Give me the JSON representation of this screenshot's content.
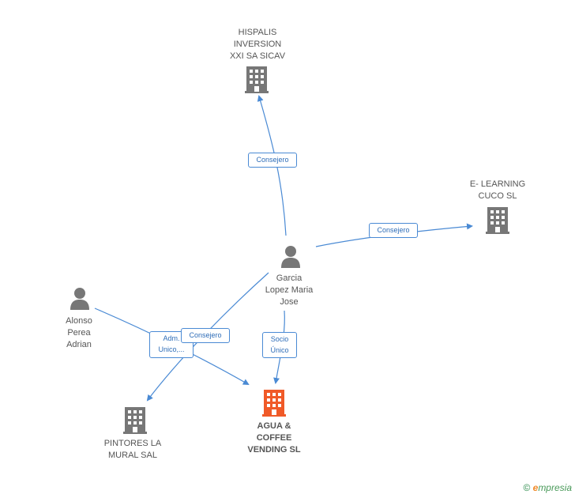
{
  "nodes": {
    "hispalis": {
      "label": "HISPALIS\nINVERSION\nXXI SA SICAV",
      "icon": "building-icon",
      "color": "#777777"
    },
    "elearning": {
      "label": "E- LEARNING\nCUCO SL",
      "icon": "building-icon",
      "color": "#777777"
    },
    "garcia": {
      "label": "Garcia\nLopez Maria\nJose",
      "icon": "person-icon",
      "color": "#777777"
    },
    "alonso": {
      "label": "Alonso\nPerea\nAdrian",
      "icon": "person-icon",
      "color": "#777777"
    },
    "pintores": {
      "label": "PINTORES LA\nMURAL SAL",
      "icon": "building-icon",
      "color": "#777777"
    },
    "agua": {
      "label": "AGUA &\nCOFFEE\nVENDING SL",
      "icon": "building-icon",
      "color": "#f05a28"
    }
  },
  "edges": {
    "garcia_hispalis": "Consejero",
    "garcia_elearning": "Consejero",
    "garcia_pintores": "Consejero",
    "alonso_agua": "Adm.\nUnico,...",
    "garcia_agua": "Socio\nÚnico"
  },
  "watermark": {
    "copyright": "©",
    "brand_e": "e",
    "brand_rest": "mpresia"
  },
  "colors": {
    "edge": "#4a8ad4",
    "icon": "#777777",
    "accent": "#f05a28"
  }
}
